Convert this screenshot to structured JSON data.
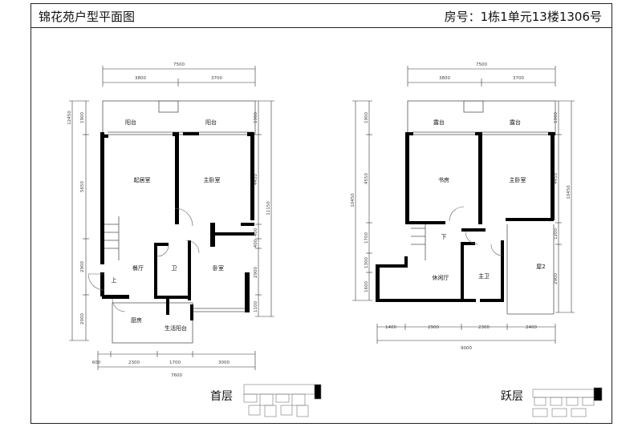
{
  "header": {
    "title": "锦花苑户型平面图",
    "room_number": "房号：1栋1单元13楼1306号"
  },
  "first_floor": {
    "label": "首层",
    "rooms": {
      "balcony_left": "阳台",
      "balcony_right": "阳台",
      "living": "起居室",
      "master": "主卧室",
      "dining": "餐厅",
      "bath": "卫",
      "bedroom": "卧室",
      "kitchen": "厨房",
      "service_balcony": "生活阳台",
      "up": "上"
    },
    "dims_top_total": "7500",
    "dims_top": [
      "3800",
      "3700"
    ],
    "dims_left": [
      "1900",
      "5650",
      "2900",
      "2000"
    ],
    "dims_left_total": "12450",
    "dims_right": [
      "1900",
      "4450",
      "400",
      "400",
      "2900",
      "1100"
    ],
    "dims_right_total": "11150",
    "dims_bottom": [
      "600",
      "2300",
      "1700",
      "3000"
    ],
    "dims_bottom_total": "7600"
  },
  "upper_floor": {
    "label": "跃层",
    "rooms": {
      "terrace_left": "露台",
      "terrace_right": "露台",
      "study": "书房",
      "master": "主卧室",
      "lounge": "休闲厅",
      "master_bath": "主卫",
      "roof": "屋2",
      "down": "下"
    },
    "dims_top_total": "7500",
    "dims_top": [
      "3800",
      "3700"
    ],
    "dims_left": [
      "1900",
      "4550",
      "1700",
      "1300",
      "1600"
    ],
    "dims_left_total": "10450",
    "dims_right": [
      "1900",
      "4450",
      "1200",
      "2900"
    ],
    "dims_right_total": "10450",
    "dims_bottom": [
      "1400",
      "2900",
      "2300",
      "2400"
    ],
    "dims_bottom_total": "9000"
  }
}
